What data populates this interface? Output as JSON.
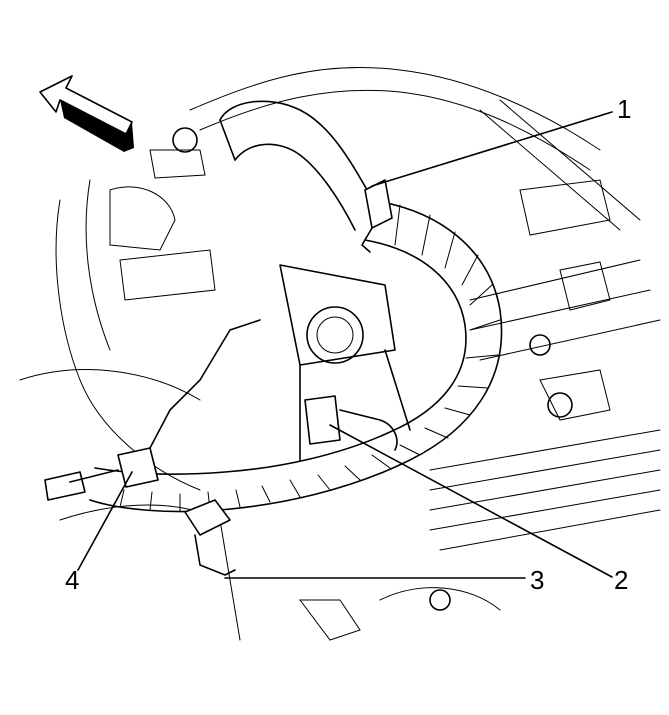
{
  "callouts": [
    {
      "number": "1",
      "item": "hose-clamp-upper"
    },
    {
      "number": "2",
      "item": "electrical-connector-center"
    },
    {
      "number": "3",
      "item": "hose-clamp-lower"
    },
    {
      "number": "4",
      "item": "electrical-connector-left"
    }
  ],
  "direction_arrow": {
    "icon": "front-direction-arrow-icon"
  },
  "colors": {
    "line": "#000000",
    "background": "#ffffff"
  }
}
